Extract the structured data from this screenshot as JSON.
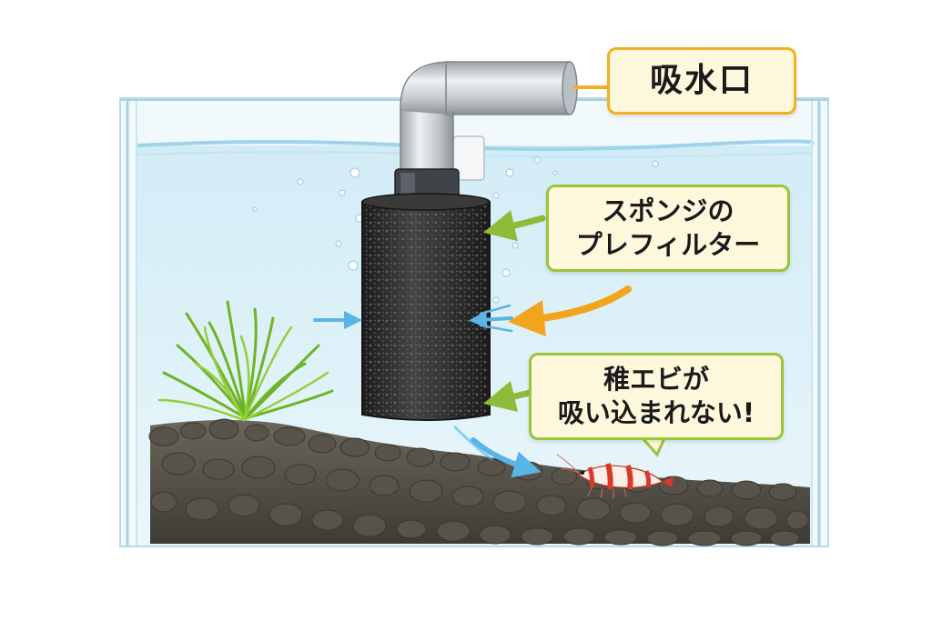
{
  "labels": {
    "intake": "吸水口",
    "sponge_line1": "スポンジの",
    "sponge_line2": "プレフィルター",
    "shrimp_line1": "稚エビが",
    "shrimp_line2": "吸い込まれない!"
  },
  "colors": {
    "water": "#dff1f8",
    "water_surface": "#9fd3ea",
    "glass_edge": "#a9d2e3",
    "pipe": "#c9ced3",
    "sponge": "#2d2d2d",
    "substrate": "#5a564c",
    "plant": "#7cbf2e",
    "arrow_green": "#8cbc3a",
    "arrow_orange": "#f2a51c",
    "flow_blue": "#5ab4e6",
    "callout_fill": "#fdf8dc",
    "callout_border_orange": "#f0b020",
    "callout_border_green": "#9cc43c",
    "shrimp_red": "#d83a2a"
  },
  "icons": [
    "intake-pipe",
    "sponge-prefilter",
    "aquarium-plant",
    "red-cherry-shrimp",
    "water-flow-arrows",
    "substrate-gravel"
  ]
}
